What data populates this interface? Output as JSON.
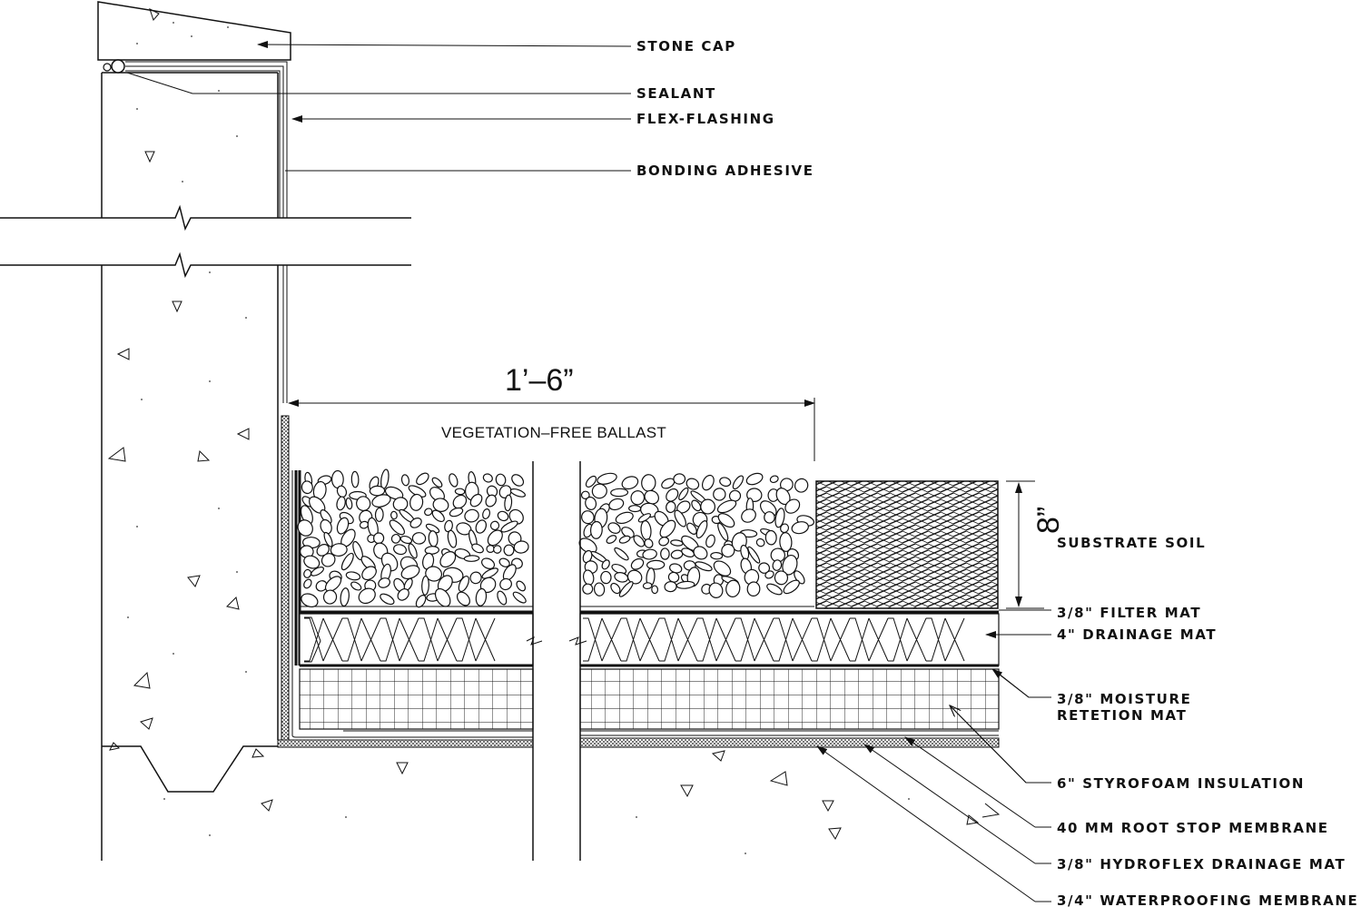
{
  "callouts": {
    "stone_cap": "STONE CAP",
    "sealant": "SEALANT",
    "flex_flashing": "FLEX-FLASHING",
    "bonding_adhesive": "BONDING ADHESIVE",
    "substrate_soil": "SUBSTRATE SOIL",
    "filter_mat": "3/8\" FILTER MAT",
    "drainage_mat": "4\" DRAINAGE MAT",
    "moisture_mat_line1": "3/8\" MOISTURE",
    "moisture_mat_line2": "RETETION MAT",
    "insulation": "6\" STYROFOAM INSULATION",
    "root_stop": "40 MM ROOT STOP MEMBRANE",
    "hydroflex": "3/8\" HYDROFLEX DRAINAGE MAT",
    "waterproofing": "3/4\" WATERPROOFING MEMBRANE"
  },
  "dimensions": {
    "ballast_width": "1’–6”",
    "soil_depth": "8”"
  },
  "zone_labels": {
    "ballast": "VEGETATION–FREE BALLAST"
  },
  "colors": {
    "ink": "#111111",
    "background": "#ffffff"
  }
}
